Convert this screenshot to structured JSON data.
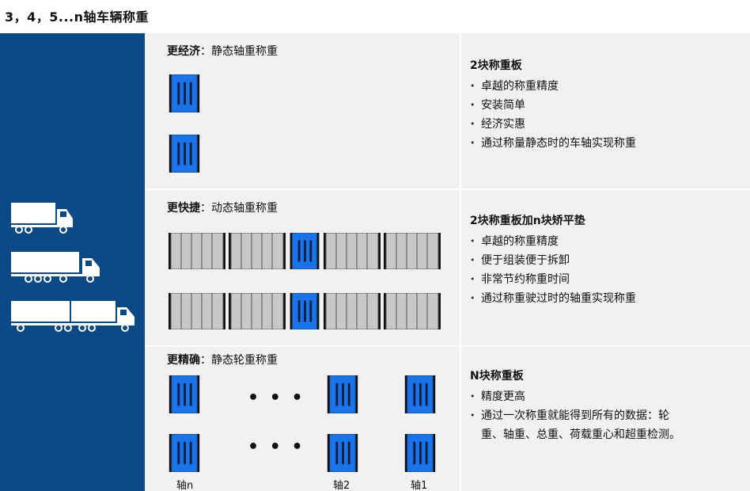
{
  "page": {
    "title": "3，4，5...n轴车辆称重"
  },
  "sections": [
    {
      "heading_bold": "更经济",
      "heading_rest": "：静态轴重称重",
      "info_title": "2块称重板",
      "bullets": [
        "卓越的称重精度",
        "安装简单",
        "经济实惠",
        "通过称量静态时的车轴实现称重"
      ]
    },
    {
      "heading_bold": "更快捷",
      "heading_rest": "：动态轴重称重",
      "info_title": "2块称重板加n块矫平垫",
      "bullets": [
        "卓越的称重精度",
        "便于组装便于拆卸",
        "非常节约称重时间",
        "通过称重驶过时的轴重实现称重"
      ]
    },
    {
      "heading_bold": "更精确",
      "heading_rest": "：静态轮重称重",
      "info_title": "N块称重板",
      "bullets": [
        "精度更高",
        "通过一次称重就能得到所有的数据：轮",
        "重、轴重、总重、荷载重心和超重检测。"
      ],
      "dots": "• • •",
      "axle_labels": [
        "轴n",
        "轴2",
        "轴1"
      ]
    }
  ],
  "colors": {
    "band": "#0b4a86",
    "scale_blue": "#1a73e8",
    "mat_gray": "#c8c8c8",
    "row_bg": "#f1f1f1"
  },
  "icons": [
    "truck-2-axle-icon",
    "truck-4-axle-icon",
    "truck-6-axle-icon",
    "weighing-pad-icon",
    "leveling-mat-icon"
  ]
}
